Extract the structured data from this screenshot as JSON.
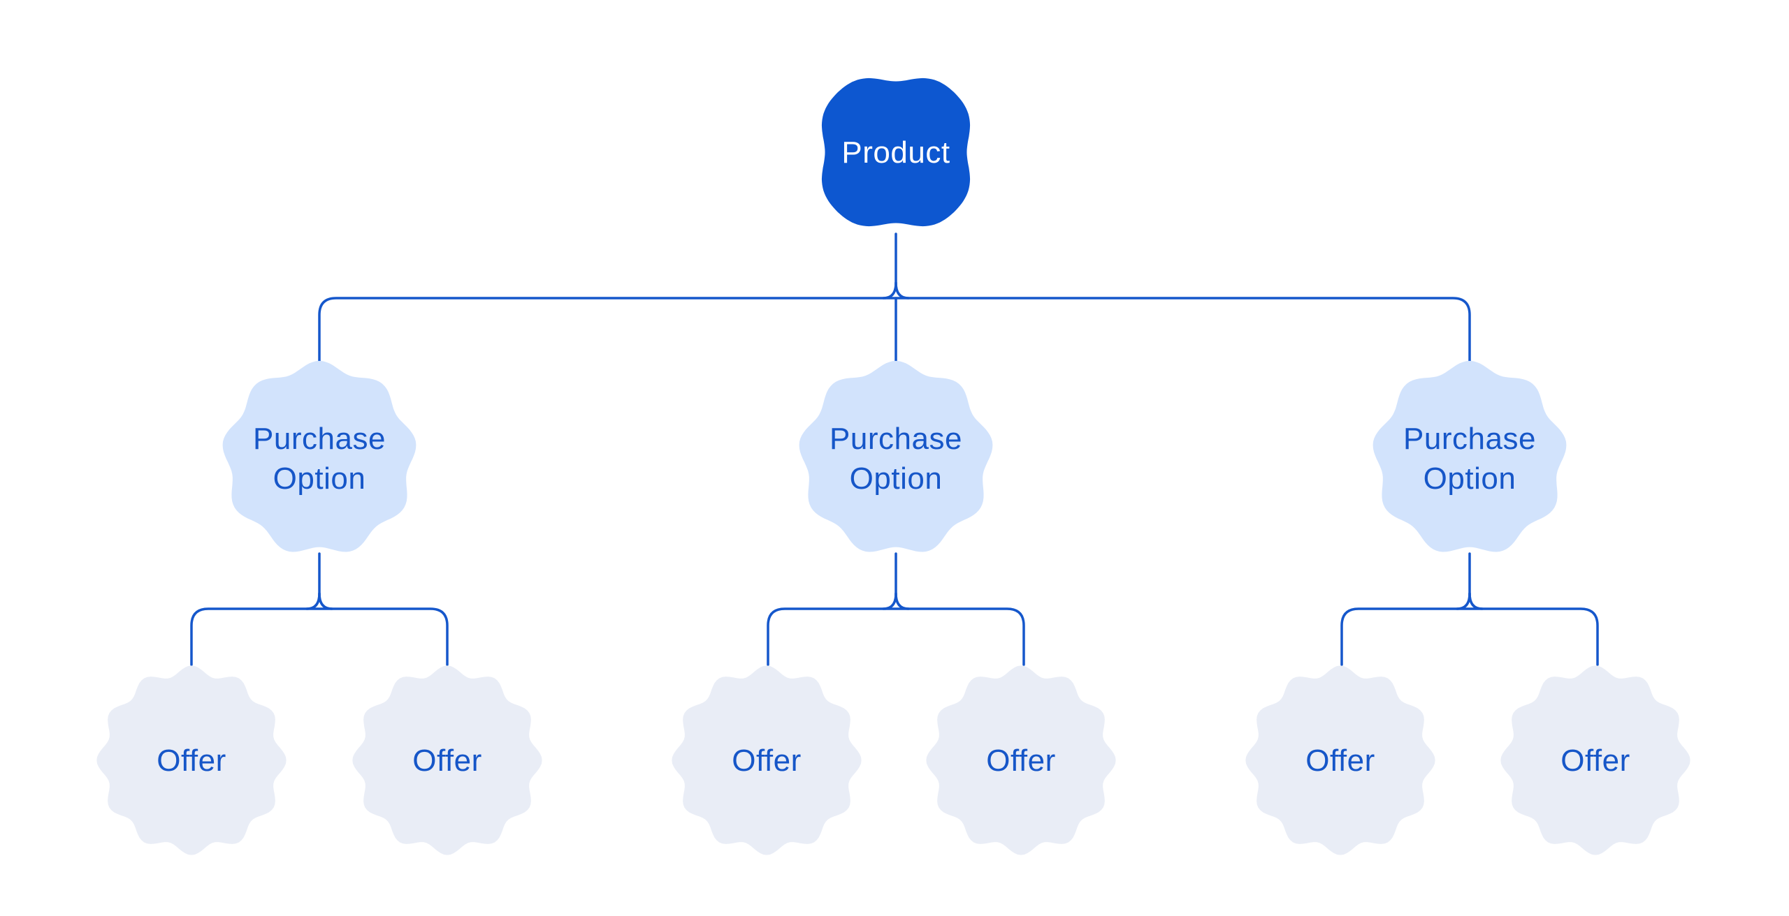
{
  "colors": {
    "root_fill": "#0d57d0",
    "root_text": "#ffffff",
    "purchase_fill": "#d2e3fc",
    "offer_fill": "#e9edf6",
    "text_blue": "#1656c8",
    "connector": "#1557cb",
    "canvas_bg": "#ffffff"
  },
  "tree": {
    "root": {
      "label": "Product"
    },
    "purchase_options": [
      {
        "label": "Purchase Option",
        "offers": [
          {
            "label": "Offer"
          },
          {
            "label": "Offer"
          }
        ]
      },
      {
        "label": "Purchase Option",
        "offers": [
          {
            "label": "Offer"
          },
          {
            "label": "Offer"
          }
        ]
      },
      {
        "label": "Purchase Option",
        "offers": [
          {
            "label": "Offer"
          },
          {
            "label": "Offer"
          }
        ]
      }
    ]
  }
}
